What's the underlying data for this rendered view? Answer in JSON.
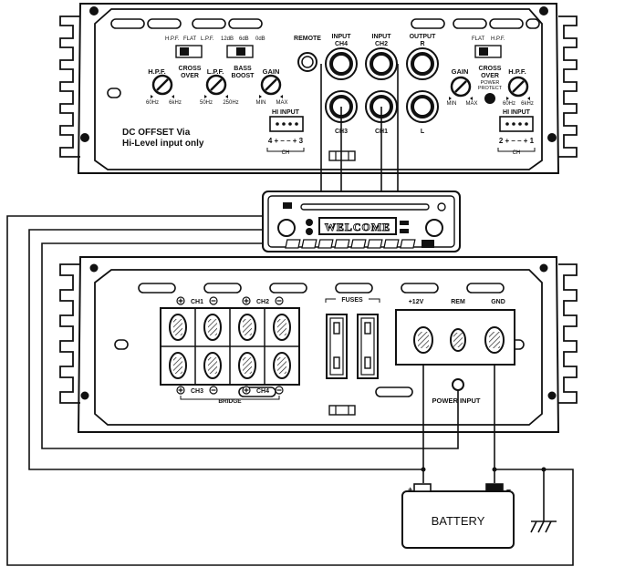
{
  "top_amp": {
    "switch1_labels": [
      "H.P.F.",
      "FLAT",
      "L.P.F."
    ],
    "switch2_labels": [
      "12dB",
      "6dB",
      "0dB"
    ],
    "remote": "REMOTE",
    "input_ch4": [
      "INPUT",
      "CH4"
    ],
    "input_ch2": [
      "INPUT",
      "CH2"
    ],
    "output_r": [
      "OUTPUT",
      "R"
    ],
    "switch3_labels": [
      "FLAT",
      "H.P.F."
    ],
    "knob_hpf": "H.P.F.",
    "cross_over": [
      "CROSS",
      "OVER"
    ],
    "knob_lpf": "L.P.F.",
    "bass_boost": [
      "BASS",
      "BOOST"
    ],
    "knob_gain": "GAIN",
    "range_hpf": [
      "60Hz",
      "6kHz"
    ],
    "range_lpf": [
      "50Hz",
      "250Hz"
    ],
    "range_gain": [
      "MIN",
      "MAX"
    ],
    "hi_input_left": "HI INPUT",
    "hi_input_left_pins": "4 + –  – + 3",
    "ch_left": "CH",
    "dc_offset_line1": "DC OFFSET Via",
    "dc_offset_line2": "Hi-Level input only",
    "rca_ch3": "CH3",
    "rca_ch1": "CH1",
    "rca_l": "L",
    "gain_right": "GAIN",
    "cross_over_right": [
      "CROSS",
      "OVER"
    ],
    "hpf_right": "H.P.F.",
    "power_protect": [
      "POWER",
      "PROTECT"
    ],
    "range_gain_right": [
      "MIN",
      "MAX"
    ],
    "range_hpf_right": [
      "60Hz",
      "6kHz"
    ],
    "hi_input_right": "HI INPUT",
    "hi_input_right_pins": "2 + –  – + 1",
    "ch_right": "CH"
  },
  "head_unit": {
    "display_text": "WELCOME"
  },
  "bottom_amp": {
    "ch1": "CH1",
    "ch2": "CH2",
    "ch3": "CH3",
    "ch4": "CH4",
    "bridge": "BRIDGE",
    "fuses": "FUSES",
    "plus12v": "+12V",
    "rem": "REM",
    "gnd": "GND",
    "power_input": "POWER INPUT"
  },
  "battery": {
    "label": "BATTERY",
    "plus": "+",
    "minus": "–"
  }
}
